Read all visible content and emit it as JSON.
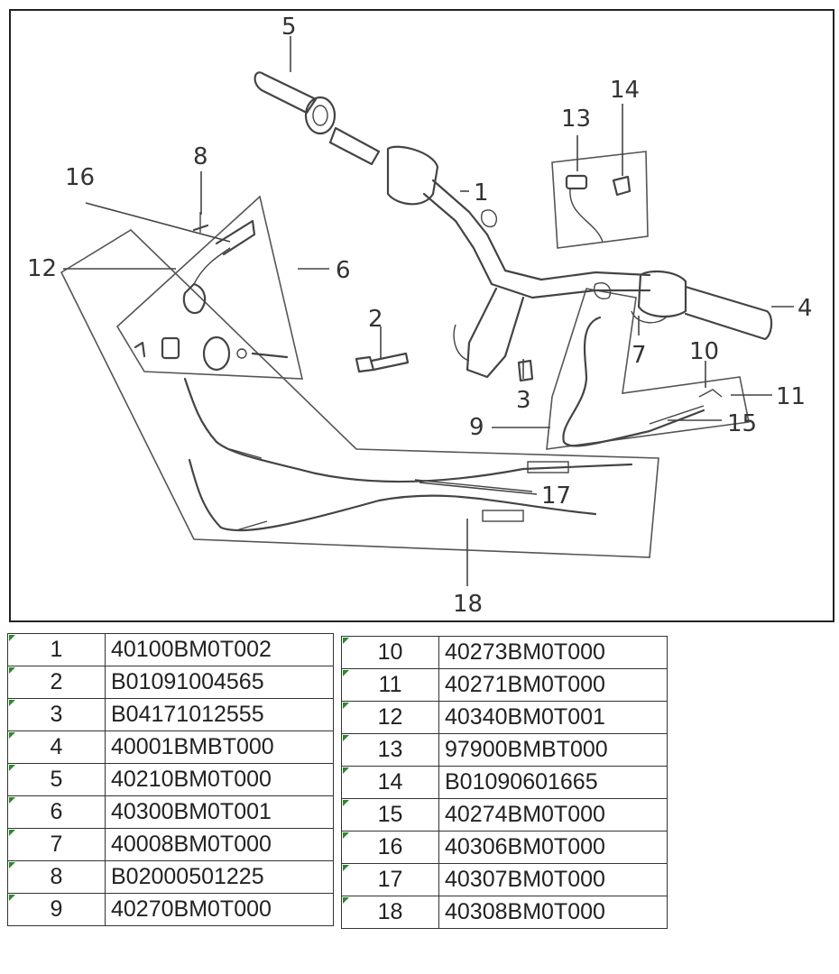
{
  "diagram": {
    "callouts": [
      "1",
      "2",
      "3",
      "4",
      "5",
      "6",
      "7",
      "8",
      "9",
      "10",
      "11",
      "12",
      "13",
      "14",
      "15",
      "16",
      "17",
      "18"
    ]
  },
  "parts_table": {
    "left": [
      {
        "no": "1",
        "part": "40100BM0T002"
      },
      {
        "no": "2",
        "part": "B01091004565"
      },
      {
        "no": "3",
        "part": "B04171012555"
      },
      {
        "no": "4",
        "part": "40001BMBT000"
      },
      {
        "no": "5",
        "part": "40210BM0T000"
      },
      {
        "no": "6",
        "part": "40300BM0T001"
      },
      {
        "no": "7",
        "part": "40008BM0T000"
      },
      {
        "no": "8",
        "part": "B02000501225"
      },
      {
        "no": "9",
        "part": "40270BM0T000"
      }
    ],
    "right": [
      {
        "no": "10",
        "part": "40273BM0T000"
      },
      {
        "no": "11",
        "part": "40271BM0T000"
      },
      {
        "no": "12",
        "part": "40340BM0T001"
      },
      {
        "no": "13",
        "part": "97900BMBT000"
      },
      {
        "no": "14",
        "part": "B01090601665"
      },
      {
        "no": "15",
        "part": "40274BM0T000"
      },
      {
        "no": "16",
        "part": "40306BM0T000"
      },
      {
        "no": "17",
        "part": "40307BM0T000"
      },
      {
        "no": "18",
        "part": "40308BM0T000"
      }
    ]
  }
}
